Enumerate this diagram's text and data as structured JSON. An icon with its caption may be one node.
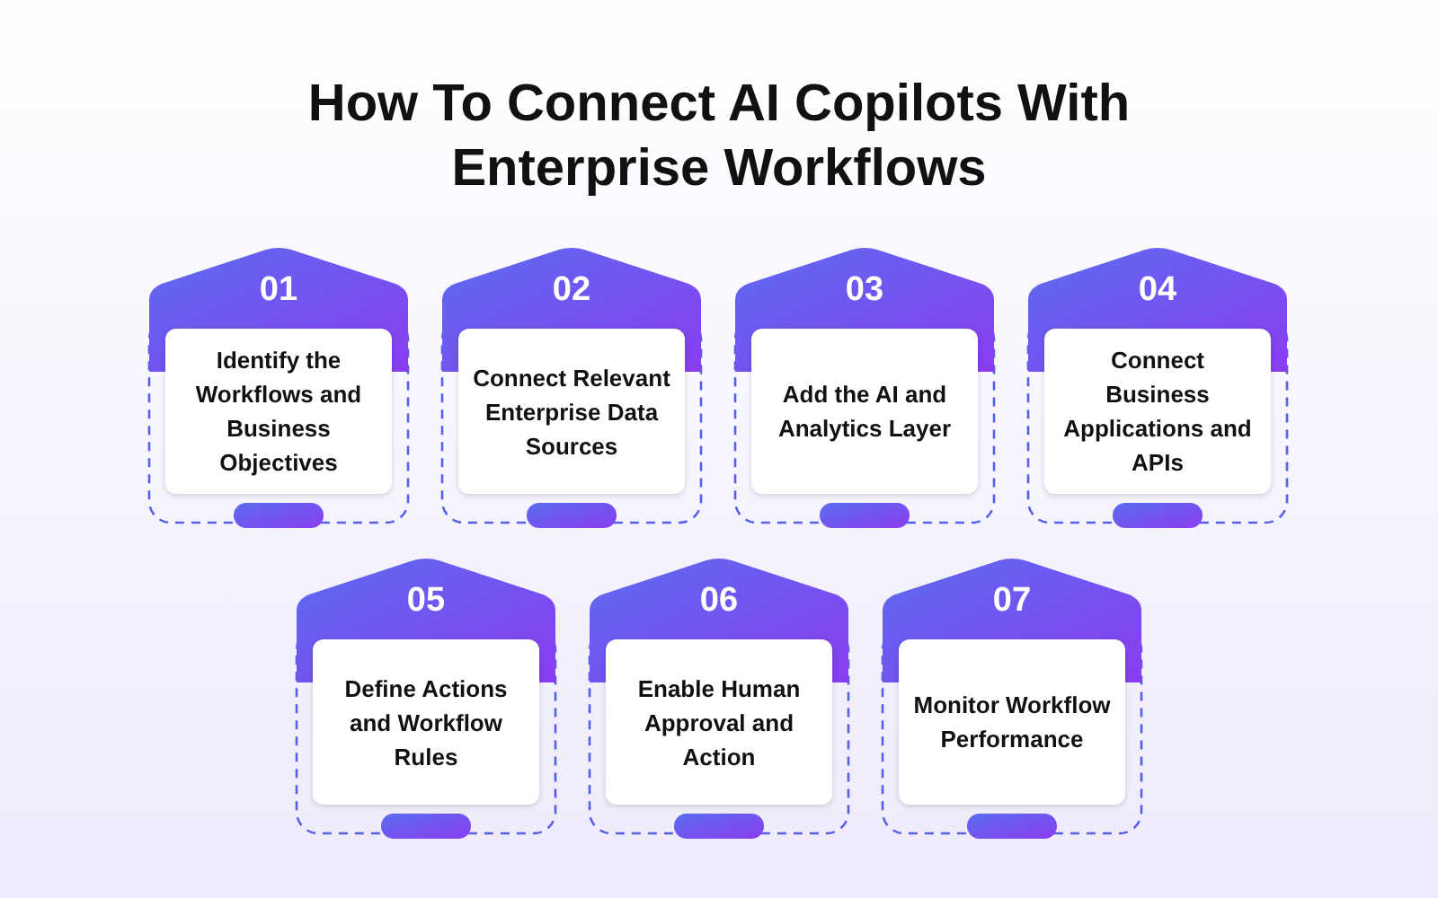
{
  "diagram": {
    "title": "How To Connect AI Copilots With Enterprise Workflows",
    "nodes": [
      {
        "text": [
          "01",
          "Identify the Workflows and Business Objectives"
        ]
      },
      {
        "text": [
          "02",
          "Connect Relevant Enterprise Data Sources"
        ]
      },
      {
        "text": [
          "03",
          "Add the AI and Analytics Layer"
        ]
      },
      {
        "text": [
          "04",
          "Connect Business Applications and APIs"
        ]
      },
      {
        "text": [
          "05",
          "Define Actions and Workflow Rules"
        ]
      },
      {
        "text": [
          "06",
          "Enable Human Approval and Action"
        ]
      },
      {
        "text": [
          "07",
          "Monitor Workflow Performance"
        ]
      }
    ]
  }
}
